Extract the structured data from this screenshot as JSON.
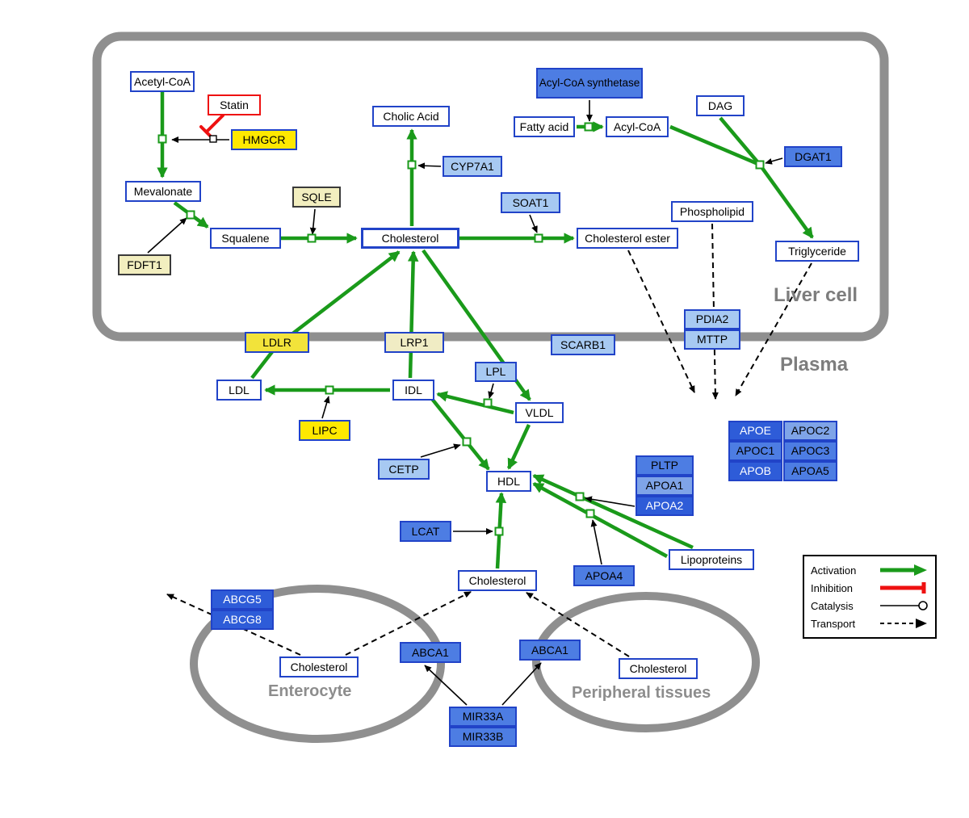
{
  "regions": {
    "liver": "Liver cell",
    "plasma": "Plasma",
    "enterocyte": "Enterocyte",
    "peripheral": "Peripheral tissues"
  },
  "nodes": {
    "acetyl_coa": "Acetyl-CoA",
    "statin": "Statin",
    "hmgcr": "HMGCR",
    "mevalonate": "Mevalonate",
    "sqle": "SQLE",
    "fdft1": "FDFT1",
    "squalene": "Squalene",
    "cholesterol_liver": "Cholesterol",
    "cholic_acid": "Cholic Acid",
    "cyp7a1": "CYP7A1",
    "soat1": "SOAT1",
    "cholesterol_ester": "Cholesterol ester",
    "acyl_coa_synthetase": "Acyl-CoA synthetase",
    "fatty_acid": "Fatty acid",
    "acyl_coa": "Acyl-CoA",
    "dag": "DAG",
    "dgat1": "DGAT1",
    "phospholipid": "Phospholipid",
    "triglyceride": "Triglyceride",
    "pdia2": "PDIA2",
    "mttp": "MTTP",
    "ldlr": "LDLR",
    "lrp1": "LRP1",
    "scarb1": "SCARB1",
    "ldl": "LDL",
    "idl": "IDL",
    "lpl": "LPL",
    "vldl": "VLDL",
    "lipc": "LIPC",
    "cetp": "CETP",
    "hdl": "HDL",
    "lcat": "LCAT",
    "pltp": "PLTP",
    "apoa1": "APOA1",
    "apoa2": "APOA2",
    "apoa4": "APOA4",
    "lipoproteins": "Lipoproteins",
    "apoe": "APOE",
    "apoc2": "APOC2",
    "apoc1": "APOC1",
    "apoc3": "APOC3",
    "apob": "APOB",
    "apoa5": "APOA5",
    "cholesterol_plasma": "Cholesterol",
    "abcg5": "ABCG5",
    "abcg8": "ABCG8",
    "cholesterol_enterocyte": "Cholesterol",
    "abca1_left": "ABCA1",
    "abca1_right": "ABCA1",
    "cholesterol_peripheral": "Cholesterol",
    "mir33a": "MIR33A",
    "mir33b": "MIR33B"
  },
  "legend": {
    "activation": "Activation",
    "inhibition": "Inhibition",
    "catalysis": "Catalysis",
    "transport": "Transport"
  },
  "colors": {
    "activation_green": "#1a9a1a",
    "inhibition_red": "#ee1111",
    "membrane_gray": "#8f8f8f",
    "node_border_blue": "#2143c8",
    "gene_yellow": "#ffe800",
    "gene_cream": "#f2eebf",
    "gene_light_blue": "#a7c9f2",
    "gene_medium_blue": "#4d7de3",
    "gene_dark_blue": "#2e5cd8"
  }
}
